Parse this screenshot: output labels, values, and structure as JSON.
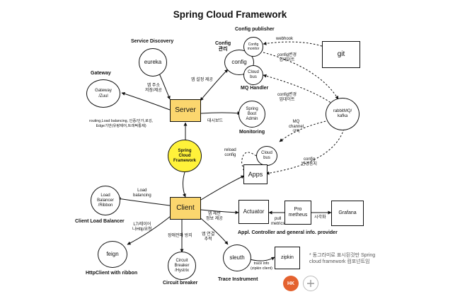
{
  "title": "Spring Cloud Framework",
  "section_labels": {
    "config_publisher": "Config publisher",
    "service_discovery": "Service Discovery",
    "config_manage": "Config\n관리",
    "gateway": "Gateway",
    "mq_handler": "MQ Handler",
    "monitoring": "Monitoring",
    "client_lb": "Client Load Balancer",
    "appl_controller": "Appl. Controller and general info. provider",
    "httpclient": "HttpClient with ribbon",
    "circuit_breaker": "Circuit breaker",
    "trace": "Trace Instrument"
  },
  "nodes": {
    "eureka": "eureka",
    "gateway": "Gateway\n/Zuul",
    "server": "Server",
    "config": "config",
    "config_monitor": "Config\nmonitor",
    "cloud_bus_top": "Cloud\nbus",
    "git": "git",
    "rabbitmq": "rabbitMQ/\nkafka",
    "spring_boot_admin": "Spring\nBoot\nAdmin",
    "framework": "Spring\nCloud\nFramework",
    "cloud_bus_apps": "Cloud\nbus",
    "apps": "Apps",
    "client": "Client",
    "load_balancer": "Load\nBalancer\n/Ribbon",
    "feign": "feign",
    "actuator": "Actuator",
    "prometheus": "Pro\nmetheus",
    "grafana": "Grafana",
    "hystrix": "Circuit\nBreaker\n/Hystrix",
    "sleuth": "sleuth",
    "zipkin": "zipkin"
  },
  "edge_labels": {
    "webhook": "webhook",
    "config_update1": "config변경\n업데이트",
    "config_update2": "config변경\n업데이트",
    "settings": "앱 설정 제공",
    "app_addr": "앱 주소\n저장/제공",
    "routing": "routing,Load balancing, 인증/인가,로깅,\nEdge기반(유량제어,트래픽통제)",
    "dashboard": "대시보드",
    "mq_channel": "MQ\nchannel\n구독",
    "reload": "reload\nconfig",
    "config_sync": "config\n변경동지",
    "lb": "Load\nbalancing",
    "rest": "L7/레이어\n나Http요청",
    "app_info": "앱 제반\n정보 제공",
    "pull_metrics": "pull\nmetrics",
    "visualize": "시각화",
    "fault_block": "장애전파 방지",
    "call_trace": "앱 연결\n추적",
    "trace_info": "trace info\n(zipkin client)"
  },
  "note": "* 동그라미로 표시된것만 Spring\ncloud framework 컴포넌트임",
  "avatar": {
    "initials": "HK",
    "color": "#e4622f"
  },
  "add_icon": "plus-icon"
}
